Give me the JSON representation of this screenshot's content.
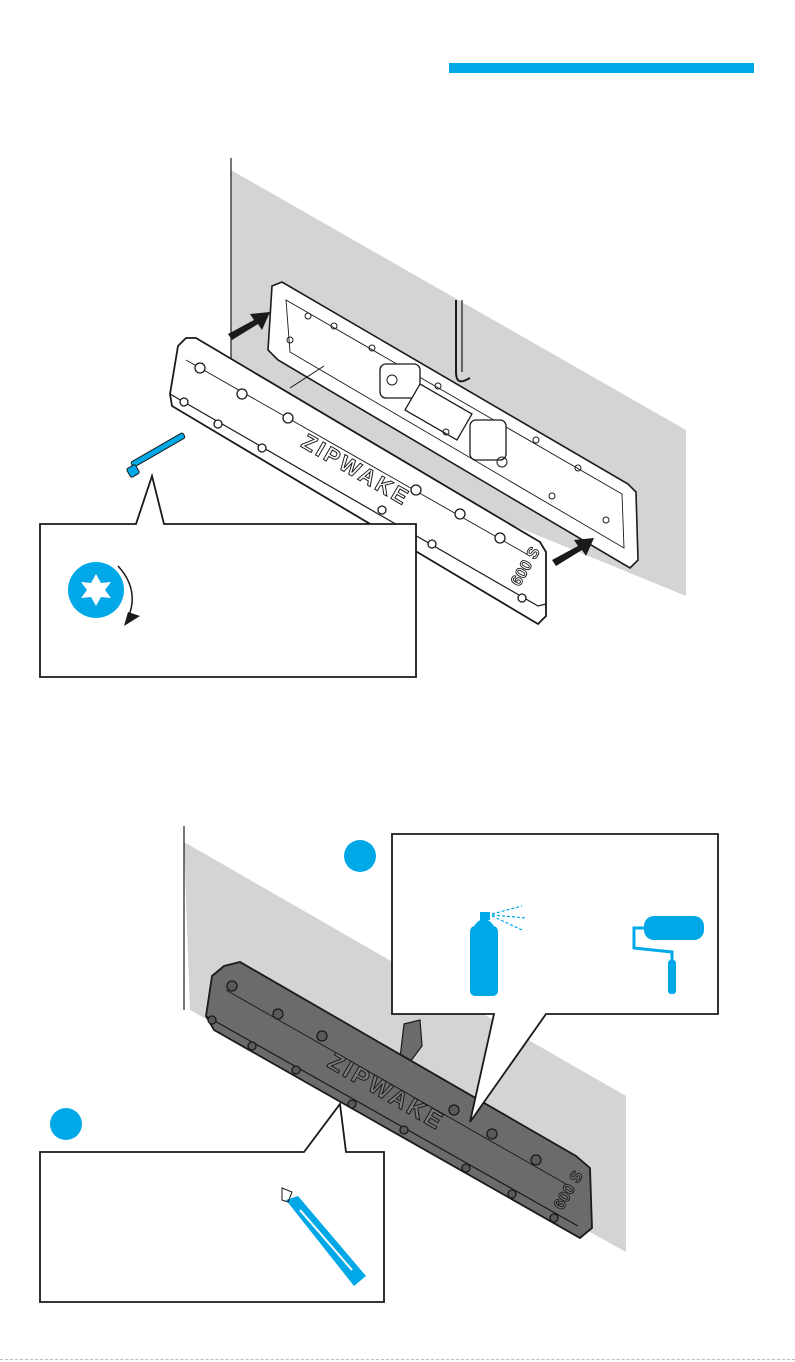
{
  "page": {
    "accent_color": "#00a8e8",
    "wall_color": "#d4d4d4",
    "line_color": "#1a1a1a",
    "unit_dark_color": "#6b6b6b",
    "unit_light_color": "#ffffff"
  },
  "figure_top": {
    "brand_label": "ZIPWAKE",
    "model_label": "600 S",
    "callout": {
      "torx_icon": "torx-star-icon",
      "rotate_icon": "clockwise-arrow-icon",
      "screw_icon": "screw-icon"
    },
    "arrows": [
      "push-arrow-icon",
      "push-arrow-icon"
    ]
  },
  "figure_bottom": {
    "brand_label": "ZIPWAKE",
    "model_label": "600 S",
    "callout_a": {
      "step_number": "",
      "icons": [
        "spray-can-icon",
        "paint-roller-icon"
      ]
    },
    "callout_b": {
      "step_number": "",
      "icons": [
        "utility-knife-icon"
      ]
    }
  }
}
